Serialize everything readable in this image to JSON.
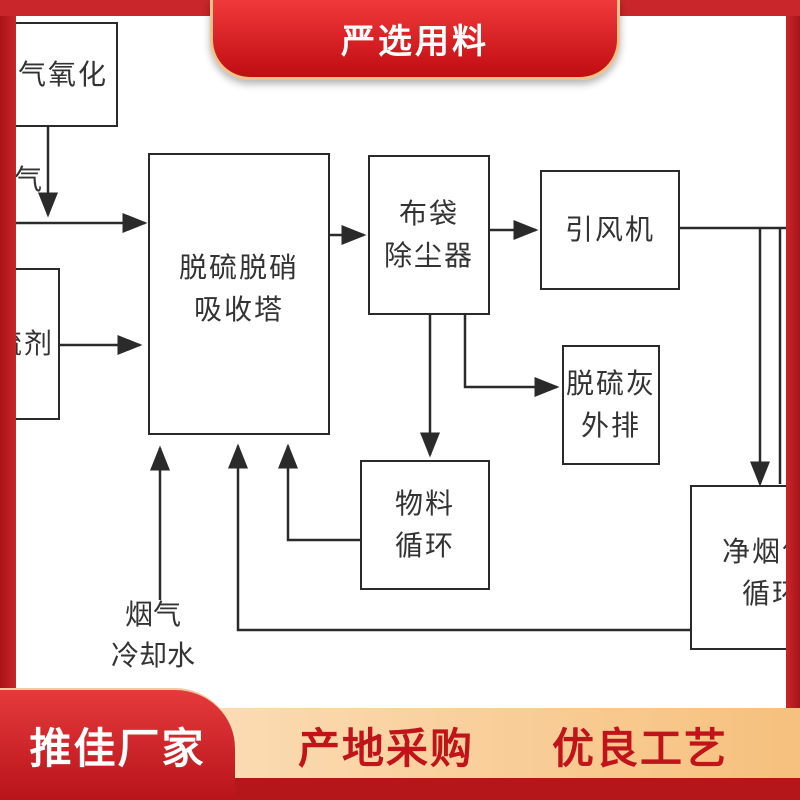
{
  "banner_top": "严选用料",
  "banner_bottom": {
    "badge": "推佳厂家",
    "slogan_1": "产地采购",
    "slogan_2": "优良工艺"
  },
  "diagram": {
    "box_oxidation": "气氧化",
    "left_partial_label": "气",
    "box_agent": "硫剂",
    "absorber": [
      "脱硫脱硝",
      "吸收塔"
    ],
    "bag_filter": [
      "布袋",
      "除尘器"
    ],
    "fan": "引风机",
    "ash": [
      "脱硫灰",
      "外排"
    ],
    "material": [
      "物料",
      "循环"
    ],
    "clean_gas": [
      "净烟气",
      "循环"
    ],
    "inlet": [
      "烟气",
      "冷却水"
    ]
  },
  "colors": {
    "red": "#c8262a",
    "gold": "#f2c189"
  }
}
